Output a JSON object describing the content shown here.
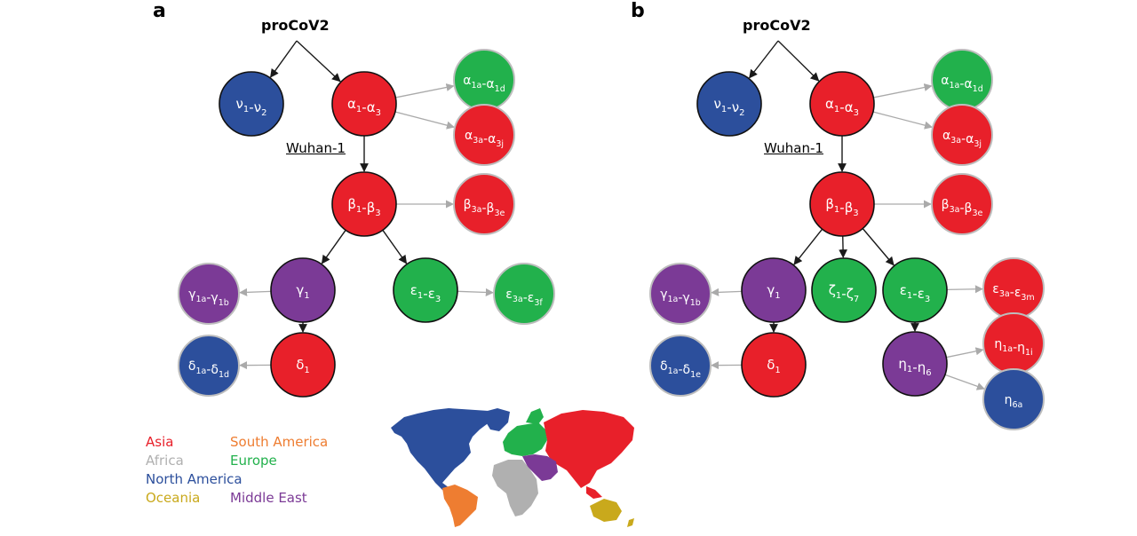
{
  "colors": {
    "red": "#e8202a",
    "blue": "#2c4f9c",
    "purple": "#7b3a96",
    "green": "#22b14c",
    "gray": "#b0b0b0",
    "orange": "#ee7d31",
    "olive": "#c9a91c",
    "arrow": "#1a1a1a",
    "arrow_light": "#aaaaaa"
  },
  "panels": [
    {
      "label": "a",
      "root": "proCoV2",
      "ref_label": "Wuhan-1",
      "nodes": [
        {
          "id": "nu",
          "main": "ν",
          "s1": "1",
          "sep": "-",
          "main2": "ν",
          "s2": "2",
          "color": "blue",
          "border": "dark"
        },
        {
          "id": "alpha",
          "main": "α",
          "s1": "1",
          "sep": "-",
          "main2": "α",
          "s2": "3",
          "color": "red",
          "border": "dark"
        },
        {
          "id": "alpha1",
          "main": "α",
          "s1": "1a",
          "sep": "-",
          "main2": "α",
          "s2": "1d",
          "color": "green",
          "border": "light"
        },
        {
          "id": "alpha3",
          "main": "α",
          "s1": "3a",
          "sep": "-",
          "main2": "α",
          "s2": "3j",
          "color": "red",
          "border": "light"
        },
        {
          "id": "beta",
          "main": "β",
          "s1": "1",
          "sep": "-",
          "main2": "β",
          "s2": "3",
          "color": "red",
          "border": "dark"
        },
        {
          "id": "beta3",
          "main": "β",
          "s1": "3a",
          "sep": "-",
          "main2": "β",
          "s2": "3e",
          "color": "red",
          "border": "light"
        },
        {
          "id": "gamma",
          "main": "γ",
          "s1": "1",
          "sep": "",
          "main2": "",
          "s2": "",
          "color": "purple",
          "border": "dark"
        },
        {
          "id": "gamma1",
          "main": "γ",
          "s1": "1a",
          "sep": "-",
          "main2": "γ",
          "s2": "1b",
          "color": "purple",
          "border": "light"
        },
        {
          "id": "eps",
          "main": "ε",
          "s1": "1",
          "sep": "-",
          "main2": "ε",
          "s2": "3",
          "color": "green",
          "border": "dark"
        },
        {
          "id": "eps3",
          "main": "ε",
          "s1": "3a",
          "sep": "-",
          "main2": "ε",
          "s2": "3f",
          "color": "green",
          "border": "light"
        },
        {
          "id": "delta",
          "main": "δ",
          "s1": "1",
          "sep": "",
          "main2": "",
          "s2": "",
          "color": "red",
          "border": "dark"
        },
        {
          "id": "delta1",
          "main": "δ",
          "s1": "1a",
          "sep": "-",
          "main2": "δ",
          "s2": "1d",
          "color": "blue",
          "border": "light"
        }
      ]
    },
    {
      "label": "b",
      "root": "proCoV2",
      "ref_label": "Wuhan-1",
      "nodes": [
        {
          "id": "nu",
          "main": "ν",
          "s1": "1",
          "sep": "-",
          "main2": "ν",
          "s2": "2",
          "color": "blue",
          "border": "dark"
        },
        {
          "id": "alpha",
          "main": "α",
          "s1": "1",
          "sep": "-",
          "main2": "α",
          "s2": "3",
          "color": "red",
          "border": "dark"
        },
        {
          "id": "alpha1",
          "main": "α",
          "s1": "1a",
          "sep": "-",
          "main2": "α",
          "s2": "1d",
          "color": "green",
          "border": "light"
        },
        {
          "id": "alpha3",
          "main": "α",
          "s1": "3a",
          "sep": "-",
          "main2": "α",
          "s2": "3j",
          "color": "red",
          "border": "light"
        },
        {
          "id": "beta",
          "main": "β",
          "s1": "1",
          "sep": "-",
          "main2": "β",
          "s2": "3",
          "color": "red",
          "border": "dark"
        },
        {
          "id": "beta3",
          "main": "β",
          "s1": "3a",
          "sep": "-",
          "main2": "β",
          "s2": "3e",
          "color": "red",
          "border": "light"
        },
        {
          "id": "gamma",
          "main": "γ",
          "s1": "1",
          "sep": "",
          "main2": "",
          "s2": "",
          "color": "purple",
          "border": "dark"
        },
        {
          "id": "gamma1",
          "main": "γ",
          "s1": "1a",
          "sep": "-",
          "main2": "γ",
          "s2": "1b",
          "color": "purple",
          "border": "light"
        },
        {
          "id": "zeta",
          "main": "ζ",
          "s1": "1",
          "sep": "-",
          "main2": "ζ",
          "s2": "7",
          "color": "green",
          "border": "dark"
        },
        {
          "id": "eps",
          "main": "ε",
          "s1": "1",
          "sep": "-",
          "main2": "ε",
          "s2": "3",
          "color": "green",
          "border": "dark"
        },
        {
          "id": "eps3",
          "main": "ε",
          "s1": "3a",
          "sep": "-",
          "main2": "ε",
          "s2": "3m",
          "color": "red",
          "border": "light"
        },
        {
          "id": "delta",
          "main": "δ",
          "s1": "1",
          "sep": "",
          "main2": "",
          "s2": "",
          "color": "red",
          "border": "dark"
        },
        {
          "id": "delta1",
          "main": "δ",
          "s1": "1a",
          "sep": "-",
          "main2": "δ",
          "s2": "1e",
          "color": "blue",
          "border": "light"
        },
        {
          "id": "eta",
          "main": "η",
          "s1": "1",
          "sep": "-",
          "main2": "η",
          "s2": "6",
          "color": "purple",
          "border": "dark"
        },
        {
          "id": "eta1",
          "main": "η",
          "s1": "1a",
          "sep": "-",
          "main2": "η",
          "s2": "1i",
          "color": "red",
          "border": "light"
        },
        {
          "id": "eta6",
          "main": "η",
          "s1": "6a",
          "sep": "",
          "main2": "",
          "s2": "",
          "color": "blue",
          "border": "light"
        }
      ]
    }
  ],
  "legend": [
    {
      "label": "Asia",
      "color": "red"
    },
    {
      "label": "South America",
      "color": "orange"
    },
    {
      "label": "Africa",
      "color": "gray"
    },
    {
      "label": "Europe",
      "color": "green"
    },
    {
      "label": "North America",
      "color": "blue"
    },
    {
      "label": "Oceania",
      "color": "olive"
    },
    {
      "label": "Middle East",
      "color": "purple"
    }
  ]
}
